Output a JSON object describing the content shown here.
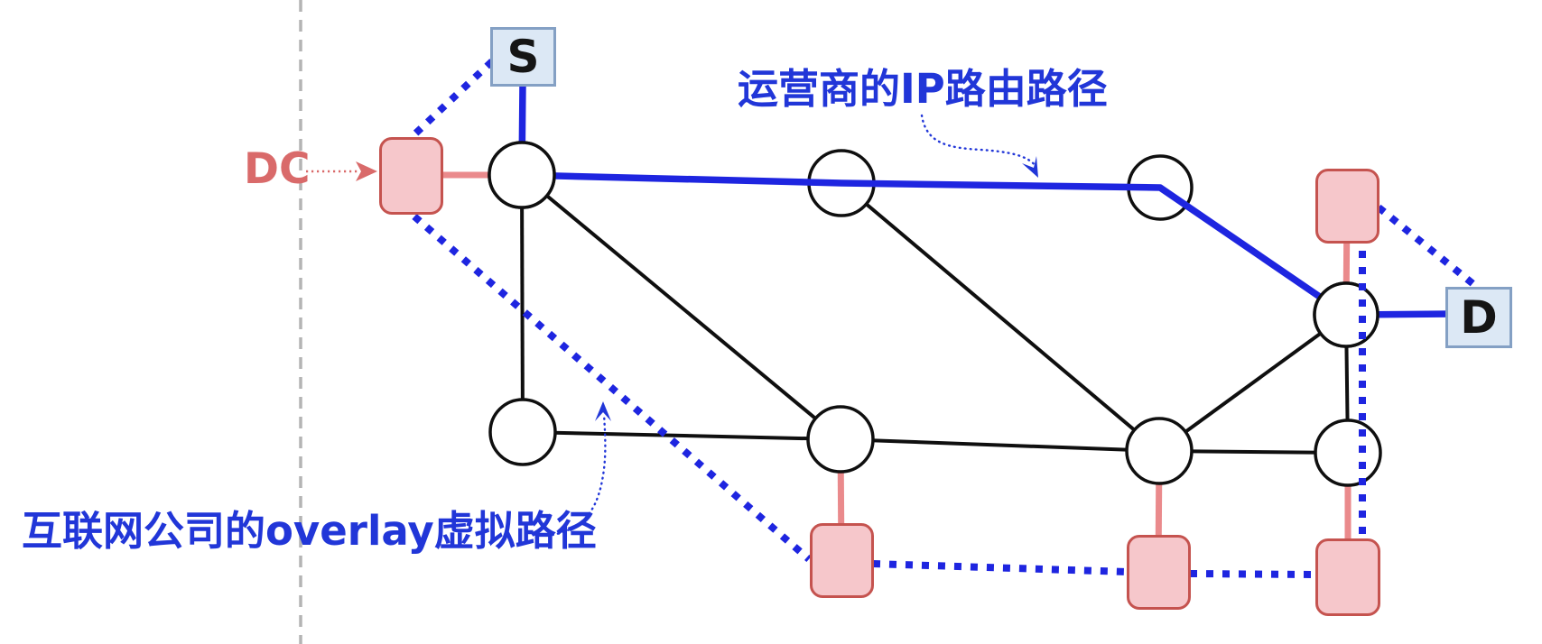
{
  "diagram": {
    "source_label": "S",
    "destination_label": "D",
    "dc_label": "DC",
    "annotations": {
      "ip_path": "运营商的IP路由路径",
      "overlay_path": "互联网公司的overlay虚拟路径"
    },
    "colors": {
      "ip_route_blue": "#1e25e0",
      "overlay_dotted_blue": "#1e25e0",
      "annotation_text_blue": "#2136d8",
      "physical_link_black": "#0f0f0f",
      "router_fill": "#ffffff",
      "dc_box_fill": "#f6c7cb",
      "dc_box_border": "#c5534f",
      "dc_access_link_salmon": "#ea8a8c",
      "dc_label_red": "#d96a6a",
      "endpoint_box_fill": "#dce8f5",
      "endpoint_box_border": "#84a0c4",
      "boundary_line_gray": "#b4b4b4"
    },
    "graph": {
      "router_count": 8,
      "datacenter_count": 5,
      "physical_links": [
        [
          "R1",
          "R5"
        ],
        [
          "R1",
          "R6"
        ],
        [
          "R2",
          "R7"
        ],
        [
          "R5",
          "R6"
        ],
        [
          "R6",
          "R7"
        ],
        [
          "R7",
          "R8"
        ],
        [
          "R4",
          "R7"
        ],
        [
          "R4",
          "R8"
        ]
      ],
      "ip_route_path": [
        "S",
        "R1",
        "R2",
        "R3",
        "R4",
        "D"
      ],
      "overlay_virtual_path": [
        "S",
        "DC1",
        "DC3",
        "DC4",
        "DC5",
        "DC2",
        "D"
      ],
      "dc_access_links": [
        [
          "DC1",
          "R1"
        ],
        [
          "DC2",
          "R4"
        ],
        [
          "DC3",
          "R6"
        ],
        [
          "DC4",
          "R7"
        ],
        [
          "DC5",
          "R8"
        ]
      ]
    }
  }
}
